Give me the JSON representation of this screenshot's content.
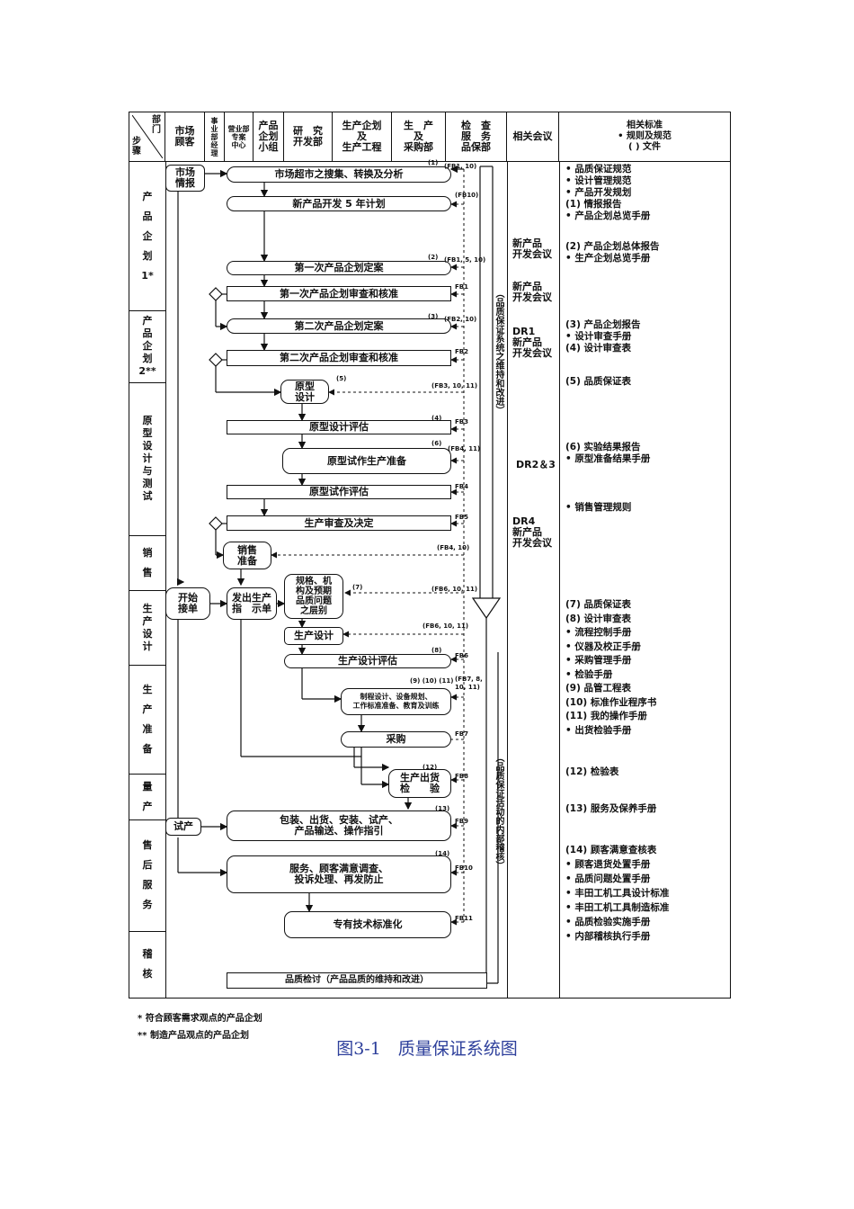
{
  "header": {
    "dept_corner": "部\n门",
    "step_corner": "步\n骤",
    "market": "市场\n顾客",
    "business": "事\n业\n部\n经\n理",
    "sales_center": "营业部\n专案\n中心",
    "planning": "产品\n企划\n小组",
    "research": "研　究\n开发部",
    "production": "生产企划\n及\n生产工程",
    "purchasing": "生　产\n及\n采购部",
    "inspection": "检　查\n服　务\n品保部",
    "meetings": "相关会议",
    "standards": "相关标准\n• 规则及规范\n( ) 文件"
  },
  "phases": [
    "产\n品\n企\n划\n1*",
    "产\n品\n企\n划\n2**",
    "原\n型\n设\n计\n与\n测\n试",
    "销\n售",
    "生\n产\n设\n计",
    "生\n产\n准\n备",
    "量\n产",
    "售\n后\n服\n务",
    "稽\n核"
  ],
  "boxes": {
    "market_info": "市场\n情报",
    "collect": "市场超市之搜集、转换及分析",
    "five_year": "新产品开发 5 年计划",
    "plan1": "第一次产品企划定案",
    "review1": "第一次产品企划审查和核准",
    "plan2": "第二次产品企划定案",
    "review2": "第二次产品企划审查和核准",
    "prototype": "原型\n设计",
    "proto_eval": "原型设计评估",
    "trial_prep": "原型试作生产准备",
    "trial_eval": "原型试作评估",
    "prod_review": "生产审查及决定",
    "sales_prep": "销售\n准备",
    "open_order": "开始\n接单",
    "issue_order": "发出生产\n指　示单",
    "spec": "规格、机\n构及预期\n品质问题\n之层别",
    "prod_design": "生产设计",
    "prod_design_eval": "生产设计评估",
    "facility": "制程设计、设备规划、\n工作标准准备、教育及训练",
    "purchase": "采购",
    "ship_inspect": "生产出货\n检　　验",
    "trial_run": "试产",
    "packing": "包装、出货、安装、试产、\n产品输送、操作指引",
    "service": "服务、顾客满意调查、\n投诉处理、再发防止",
    "standardize": "专有技术标准化",
    "quality_review": "品质检讨（产品品质的维持和改进）"
  },
  "refs": [
    "(1)",
    "(FB1, 10)",
    "(FB10)",
    "(2)",
    "(FB1, 5, 10)",
    "FB1",
    "(3)",
    "(FB2, 10)",
    "FB2",
    "(5)",
    "(FB3, 10, 11)",
    "(4)",
    "FB3",
    "(6)",
    "(FB4, 11)",
    "FB4",
    "FB5",
    "(FB4, 10)",
    "(7)",
    "(FB6, 10, 11)",
    "(FB6, 10, 11)",
    "(8)",
    "FB6",
    "(9) (10) (11)",
    "(FB7, 8,\n10, 11)",
    "FB7",
    "(12)",
    "FB8",
    "(13)",
    "FB9",
    "(14)",
    "FB10",
    "FB11"
  ],
  "side_labels": {
    "upper": "（品质保证系统之维持和改进）",
    "lower": "（品质保证活动的内部稽核）"
  },
  "meetings": [
    "新产品\n开发会议",
    "新产品\n开发会议",
    "DR1\n新产品\n开发会议",
    "DR2＆3",
    "DR4\n新产品\n开发会议"
  ],
  "standards": [
    "• 品质保证规范\n• 设计管理规范\n• 产品开发规划\n(1) 情报报告\n  • 产品企划总览手册",
    "(2) 产品企划总体报告\n  • 生产企划总览手册",
    "(3) 产品企划报告\n  • 设计审查手册\n(4) 设计审查表",
    "(5) 品质保证表",
    "(6) 实验结果报告\n  • 原型准备结果手册",
    "• 销售管理规则",
    "(7) 品质保证表\n(8) 设计审查表\n  • 流程控制手册\n  • 仪器及校正手册\n  • 采购管理手册\n  • 检验手册\n(9) 品管工程表\n(10) 标准作业程序书\n(11) 我的操作手册\n  • 出货检验手册",
    "(12) 检验表",
    "(13) 服务及保养手册",
    "(14) 顾客满意查核表\n  • 顾客退货处置手册\n  • 品质问题处置手册\n  • 丰田工机工具设计标准\n  • 丰田工机工具制造标准\n  • 品质检验实施手册\n  • 内部稽核执行手册"
  ],
  "notes": {
    "n1": "*  符合顾客需求观点的产品企划",
    "n2": "**  制造产品观点的产品企划"
  },
  "caption": "图3-1　质量保证系统图"
}
